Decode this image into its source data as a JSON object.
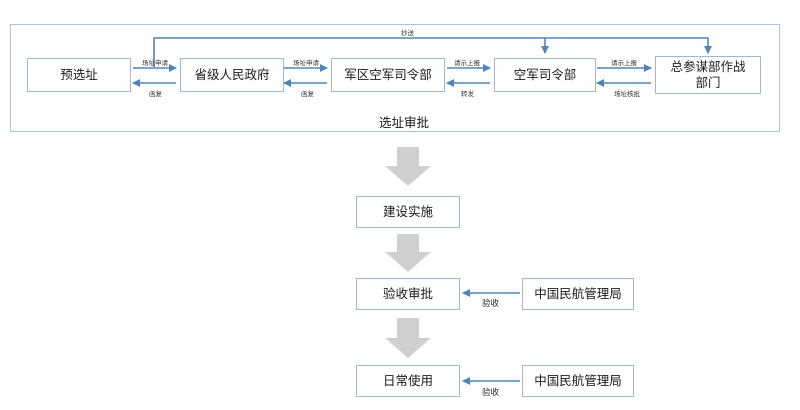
{
  "frame": {
    "label": "选址审批"
  },
  "boxes": {
    "pre_site": "预选址",
    "province": "省级人民政府",
    "military_region": "军区空军司令部",
    "air_force": "空军司令部",
    "general_staff": "总参谋部作战部门",
    "construction": "建设实施",
    "acceptance": "验收审批",
    "caac_1": "中国民航管理局",
    "daily_use": "日常使用",
    "caac_2": "中国民航管理局"
  },
  "edges": {
    "cc": "抄送",
    "req_1": "场址申请",
    "reply_1": "函复",
    "req_2": "场址申请",
    "reply_2": "函复",
    "report_1": "请示上报",
    "forward": "转发",
    "report_2": "请示上报",
    "approve": "场址核批",
    "inspect_1": "验收",
    "inspect_2": "验收"
  },
  "colors": {
    "arrow": "#4f86b8",
    "border": "#9db8cf",
    "flow": "#d0d0d0"
  }
}
